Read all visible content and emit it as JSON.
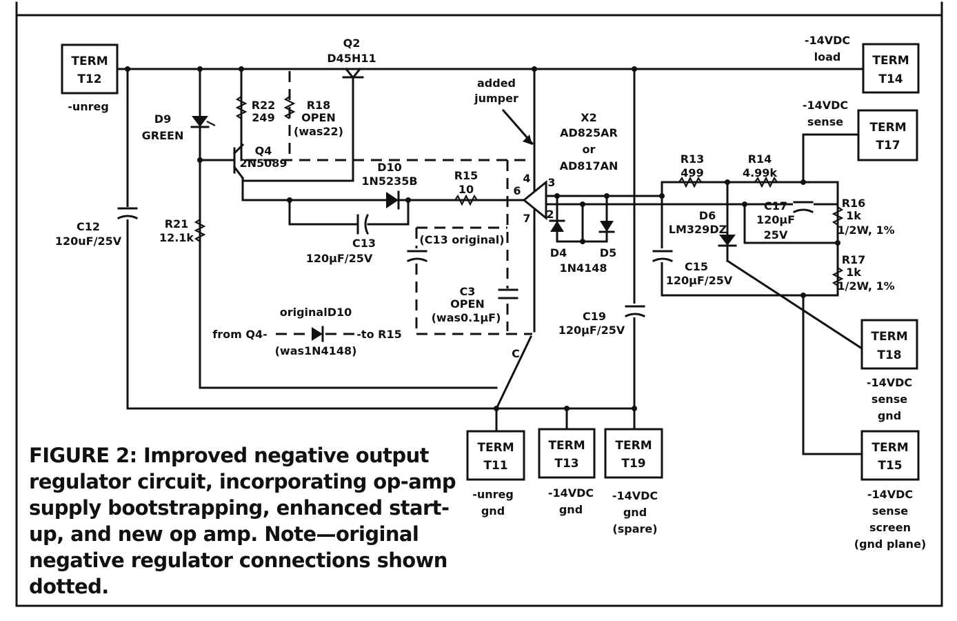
{
  "caption": {
    "lines": [
      "FIGURE 2: Improved negative output",
      "regulator circuit, incorporating op-amp",
      "supply bootstrapping, enhanced start-",
      "up, and new op amp. Note—original",
      "negative regulator connections shown",
      "dotted."
    ]
  },
  "terminals": {
    "t12": {
      "l1": "TERM",
      "l2": "T12",
      "desc": [
        "-unreg"
      ]
    },
    "t14": {
      "l1": "TERM",
      "l2": "T14",
      "desc": [
        "-14VDC",
        "load"
      ]
    },
    "t17": {
      "l1": "TERM",
      "l2": "T17",
      "desc": [
        "-14VDC",
        "sense"
      ]
    },
    "t18": {
      "l1": "TERM",
      "l2": "T18",
      "desc": [
        "-14VDC",
        "sense",
        "gnd"
      ]
    },
    "t11": {
      "l1": "TERM",
      "l2": "T11",
      "desc": [
        "-unreg",
        "gnd"
      ]
    },
    "t13": {
      "l1": "TERM",
      "l2": "T13",
      "desc": [
        "-14VDC",
        "gnd"
      ]
    },
    "t19": {
      "l1": "TERM",
      "l2": "T19",
      "desc": [
        "-14VDC",
        "gnd",
        "(spare)"
      ]
    },
    "t15": {
      "l1": "TERM",
      "l2": "T15",
      "desc": [
        "-14VDC",
        "sense",
        "screen",
        "(gnd plane)"
      ]
    }
  },
  "components": {
    "q2": [
      "Q2",
      "D45H11"
    ],
    "d9": [
      "D9",
      "GREEN"
    ],
    "r22": [
      "R22",
      "249"
    ],
    "r18": [
      "R18",
      "OPEN",
      "(was22)"
    ],
    "q4": [
      "Q4",
      "2N5089"
    ],
    "d10": [
      "D10",
      "1N5235B"
    ],
    "r15": [
      "R15",
      "10"
    ],
    "c13": [
      "C13",
      "120µF/25V"
    ],
    "c13orig": "(C13 original)",
    "c3": [
      "C3",
      "OPEN",
      "(was0.1µF)"
    ],
    "origd10": [
      "originalD10",
      "from Q4-",
      "-to R15",
      "(was1N4148)"
    ],
    "c12": [
      "C12",
      "120uF/25V"
    ],
    "r21": [
      "R21",
      "12.1k"
    ],
    "jumper": [
      "added",
      "jumper"
    ],
    "x2": [
      "X2",
      "AD825AR",
      "or",
      "AD817AN"
    ],
    "pins": [
      "4",
      "3",
      "6",
      "2",
      "7"
    ],
    "d4": [
      "D4",
      "1N4148"
    ],
    "d5": "D5",
    "c19": [
      "C19",
      "120µF/25V"
    ],
    "r13": [
      "R13",
      "499"
    ],
    "r14": [
      "R14",
      "4.99k"
    ],
    "d6": [
      "D6",
      "LM329DZ"
    ],
    "c17": [
      "C17",
      "120µF",
      "25V"
    ],
    "c15": [
      "C15",
      "120µF/25V"
    ],
    "r16": [
      "R16",
      "1k",
      "1/2W, 1%"
    ],
    "r17": [
      "R17",
      "1k",
      "1/2W, 1%"
    ],
    "pinC": "C"
  }
}
